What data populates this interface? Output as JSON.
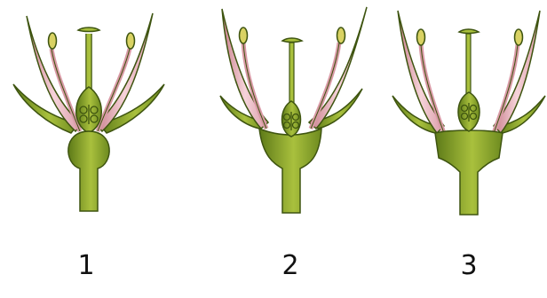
{
  "diagram": {
    "colors": {
      "stalk_dark": "#5d7a18",
      "stalk_light": "#a9c03d",
      "petal": "#f2c4cc",
      "petal_edge": "#c97f8c",
      "anther": "#d9d263",
      "outline": "#3e5410"
    },
    "flowers": [
      {
        "label": "1",
        "ovary_position": "superior"
      },
      {
        "label": "2",
        "ovary_position": "half-inferior"
      },
      {
        "label": "3",
        "ovary_position": "inferior"
      }
    ]
  }
}
